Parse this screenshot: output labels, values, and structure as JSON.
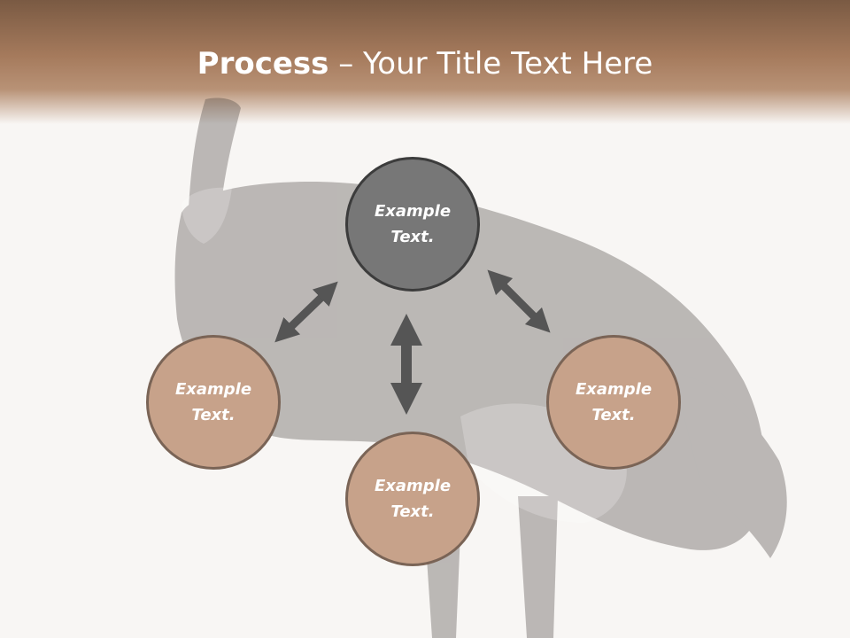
{
  "slide": {
    "title_strong": "Process",
    "title_dash": " – ",
    "title_rest": "Your Title Text Here"
  },
  "nodes": {
    "top": "Example Text.",
    "left": "Example Text.",
    "bottom": "Example Text.",
    "right": "Example Text."
  },
  "colors": {
    "header": "#a57a5c",
    "circle_dark": "#777777",
    "circle_light": "#c7a28a",
    "arrow": "#555555"
  }
}
